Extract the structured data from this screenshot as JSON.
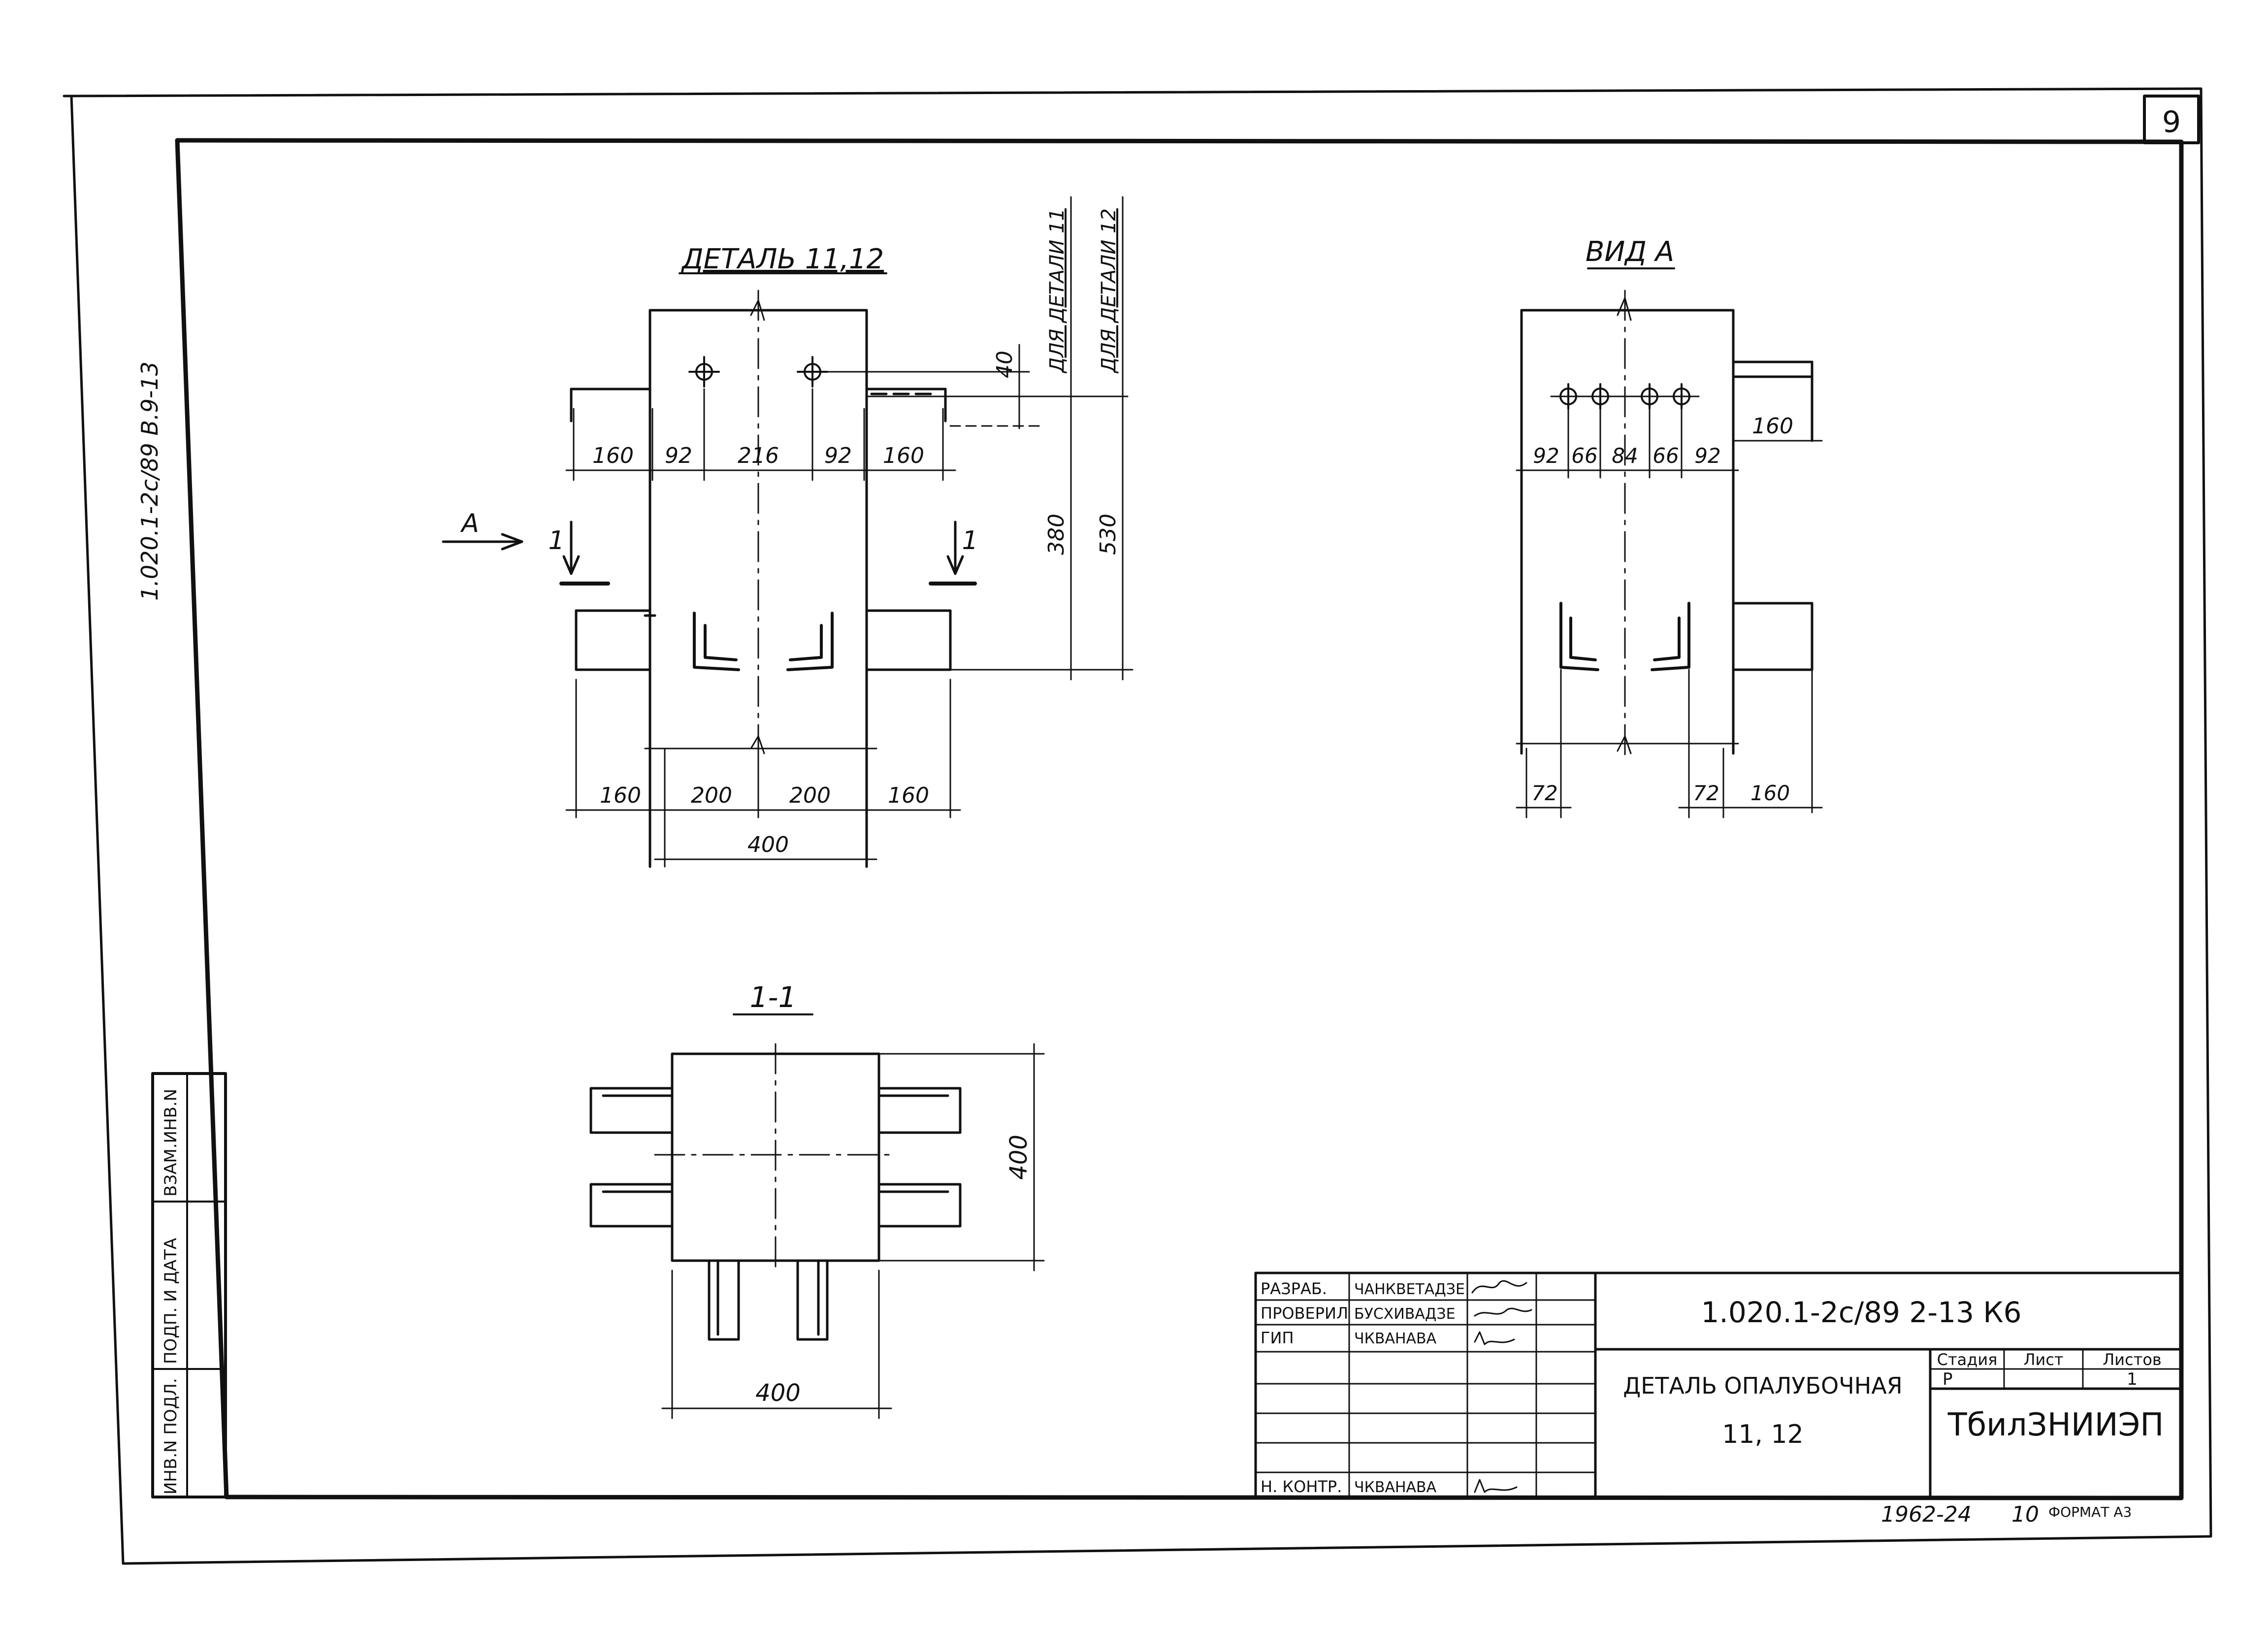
{
  "sheet": {
    "number": "9",
    "side_code": "1.020.1-2с/89  В.9-13",
    "side_stamp": {
      "cells": [
        "ВЗАМ.ИНВ.N",
        "ПОДП. И ДАТА",
        "ИНВ.N ПОДЛ."
      ]
    }
  },
  "detail_main": {
    "title": "ДЕТАЛЬ 11,12",
    "top_dims": [
      "160",
      "92",
      "216",
      "92",
      "160"
    ],
    "bottom_dims": [
      "160",
      "200",
      "200",
      "160"
    ],
    "total_dim": "400",
    "dim_40": "40",
    "dim_380": "380",
    "dim_530": "530",
    "label_detail_11": "ДЛЯ ДЕТАЛИ 11",
    "label_detail_12": "ДЛЯ ДЕТАЛИ 12",
    "view_arrow": "А",
    "cut_left": "1",
    "cut_right": "1"
  },
  "view_a": {
    "title": "ВИД А",
    "top_dims": [
      "92",
      "66",
      "84",
      "66",
      "92"
    ],
    "right_dim": "160",
    "bottom_dims": [
      "72",
      "72",
      "160"
    ]
  },
  "section": {
    "title": "1-1",
    "height_dim": "400",
    "width_dim": "400"
  },
  "title_block": {
    "rows": [
      {
        "role": "РАЗРАБ.",
        "name": "ЧАНКВЕТАДЗЕ"
      },
      {
        "role": "ПРОВЕРИЛ",
        "name": "БУСХИВАДЗЕ"
      },
      {
        "role": "ГИП",
        "name": "ЧКВАНАВА"
      },
      {
        "role": "",
        "name": ""
      },
      {
        "role": "",
        "name": ""
      },
      {
        "role": "",
        "name": ""
      },
      {
        "role": "Н. КОНТР.",
        "name": "ЧКВАНАВА"
      }
    ],
    "doc_code": "1.020.1-2с/89  2-13  К6",
    "doc_title_1": "ДЕТАЛЬ ОПАЛУБОЧНАЯ",
    "doc_title_2": "11, 12",
    "stage_label": "Стадия",
    "sheet_label": "Лист",
    "sheets_label": "Листов",
    "stage_value": "Р",
    "sheet_value": "",
    "sheets_value": "1",
    "organization": "ТбилЗНИИЭП",
    "footer_code": "1962-24",
    "footer_num": "10",
    "footer_format": "ФОРМАТ А3"
  }
}
